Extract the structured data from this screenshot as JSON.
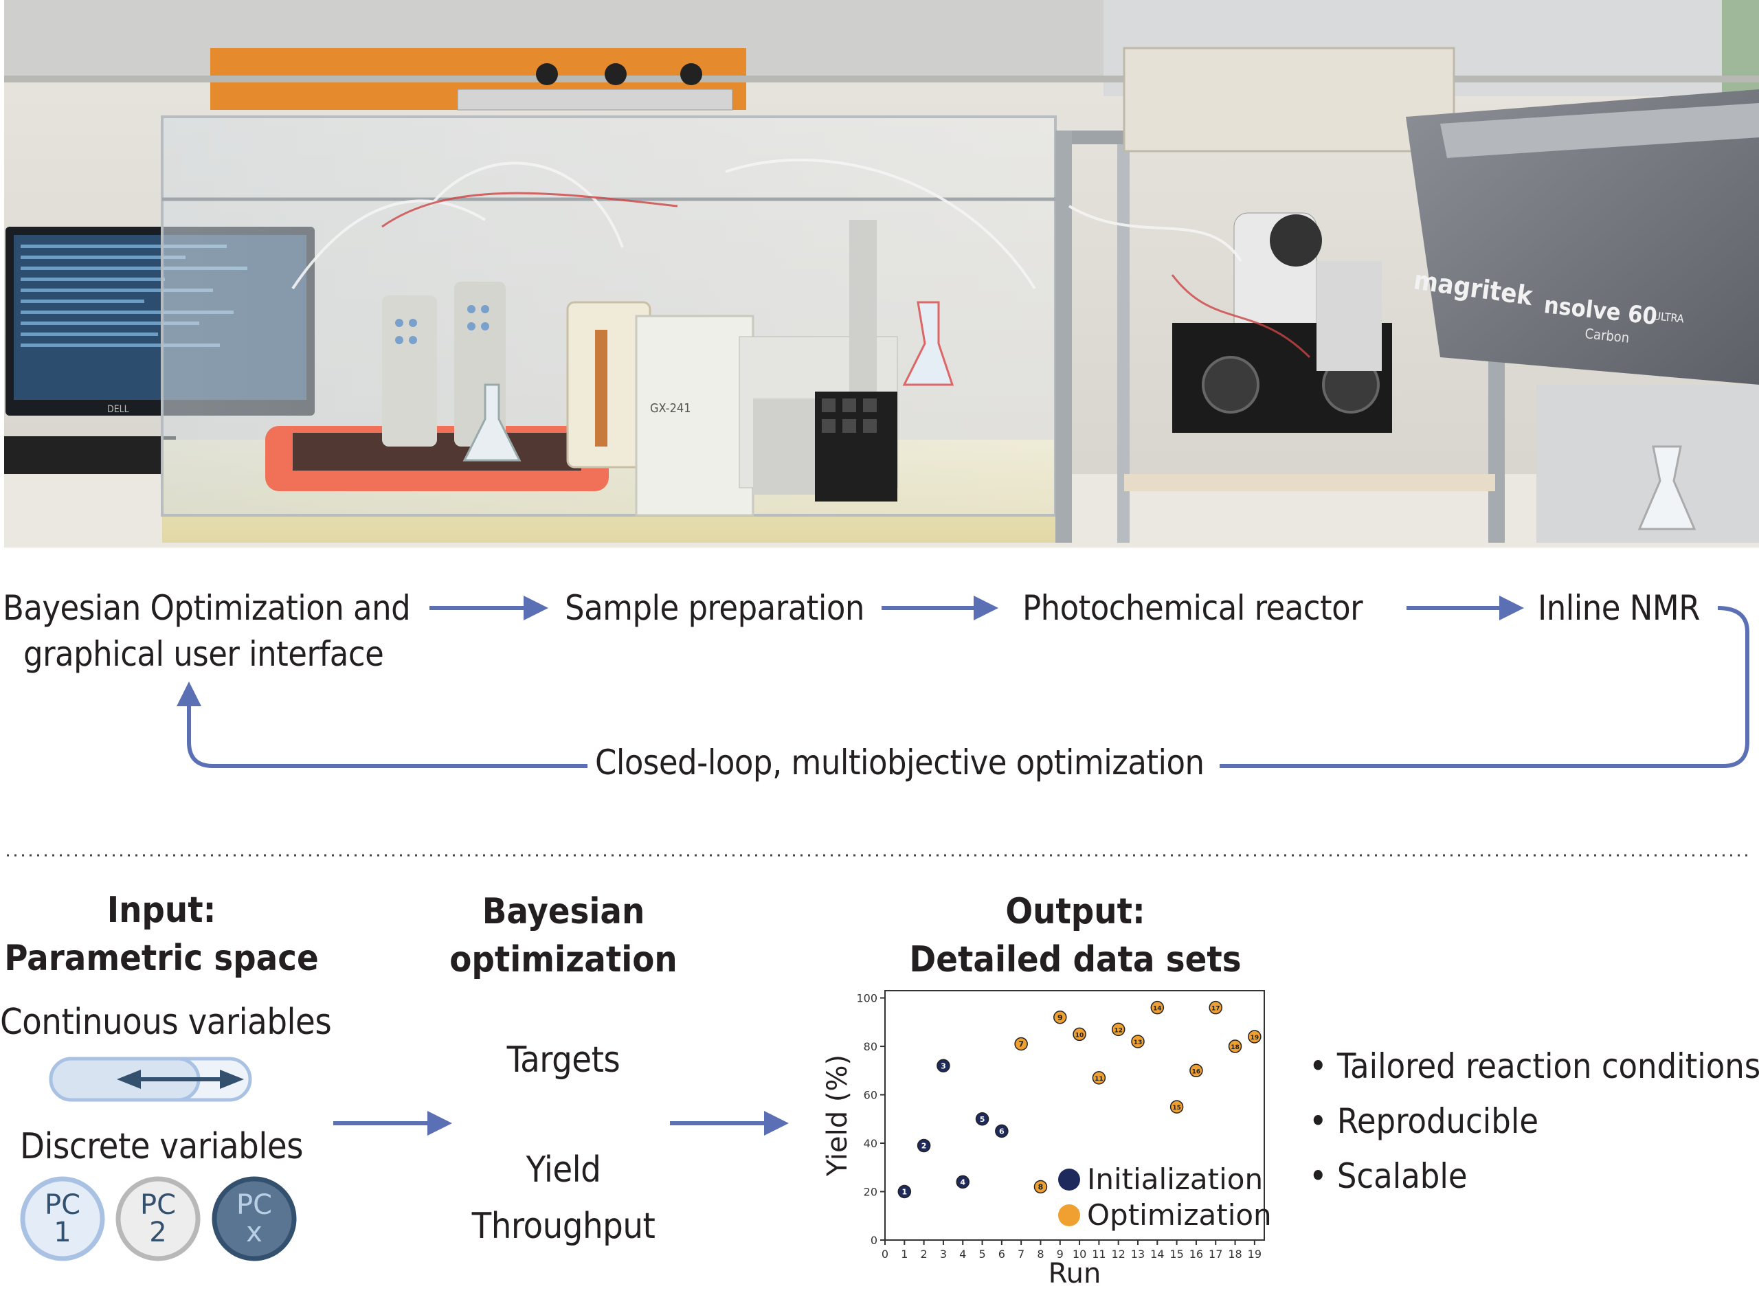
{
  "flow": {
    "step1_line1": "Bayesian Optimization and",
    "step1_line2": "graphical user interface",
    "step2": "Sample preparation",
    "step3": "Photochemical reactor",
    "step4": "Inline NMR",
    "loop_label": "Closed-loop, multiobjective optimization"
  },
  "photo": {
    "brand_text": "magritek",
    "product_text": "nsolve 60",
    "product_suffix": "ULTRA",
    "product_sub": "Carbon",
    "pump_label": "GX-241",
    "monitor_brand": "DELL"
  },
  "input": {
    "heading_line1": "Input:",
    "heading_line2": "Parametric space",
    "continuous_label": "Continuous variables",
    "discrete_label": "Discrete variables",
    "pc_items": [
      {
        "top": "PC",
        "bottom": "1"
      },
      {
        "top": "PC",
        "bottom": "2"
      },
      {
        "top": "PC",
        "bottom": "x"
      }
    ]
  },
  "bo": {
    "heading_line1": "Bayesian",
    "heading_line2": "optimization",
    "targets_label": "Targets",
    "target1": "Yield",
    "target2": "Throughput"
  },
  "output": {
    "heading_line1": "Output:",
    "heading_line2": "Detailed data sets"
  },
  "benefits": [
    "Tailored reaction conditions",
    "Reproducible",
    "Scalable"
  ],
  "colors": {
    "arrow": "#5b6fb5",
    "initialization": "#1f2a5c",
    "optimization": "#f0a030",
    "pc1": "#a9c2e3",
    "pc2": "#b8b8b8",
    "pcx": "#33506e"
  },
  "chart_data": {
    "type": "scatter",
    "xlabel": "Run",
    "ylabel": "Yield (%)",
    "xlim": [
      0,
      19.5
    ],
    "ylim": [
      0,
      103
    ],
    "xticks": [
      0,
      1,
      2,
      3,
      4,
      5,
      6,
      7,
      8,
      9,
      10,
      11,
      12,
      13,
      14,
      15,
      16,
      17,
      18,
      19
    ],
    "yticks": [
      0,
      20,
      40,
      60,
      80,
      100
    ],
    "grid": false,
    "legend": "bottom-right",
    "series": [
      {
        "name": "Initialization",
        "color": "#1f2a5c",
        "points": [
          [
            1,
            20
          ],
          [
            2,
            39
          ],
          [
            3,
            72
          ],
          [
            4,
            24
          ],
          [
            5,
            50
          ],
          [
            6,
            45
          ]
        ]
      },
      {
        "name": "Optimization",
        "color": "#f0a030",
        "points": [
          [
            7,
            81
          ],
          [
            8,
            22
          ],
          [
            9,
            92
          ],
          [
            10,
            85
          ],
          [
            11,
            67
          ],
          [
            12,
            87
          ],
          [
            13,
            82
          ],
          [
            14,
            96
          ],
          [
            15,
            55
          ],
          [
            16,
            70
          ],
          [
            17,
            96
          ],
          [
            18,
            80
          ],
          [
            19,
            84
          ]
        ]
      }
    ]
  }
}
